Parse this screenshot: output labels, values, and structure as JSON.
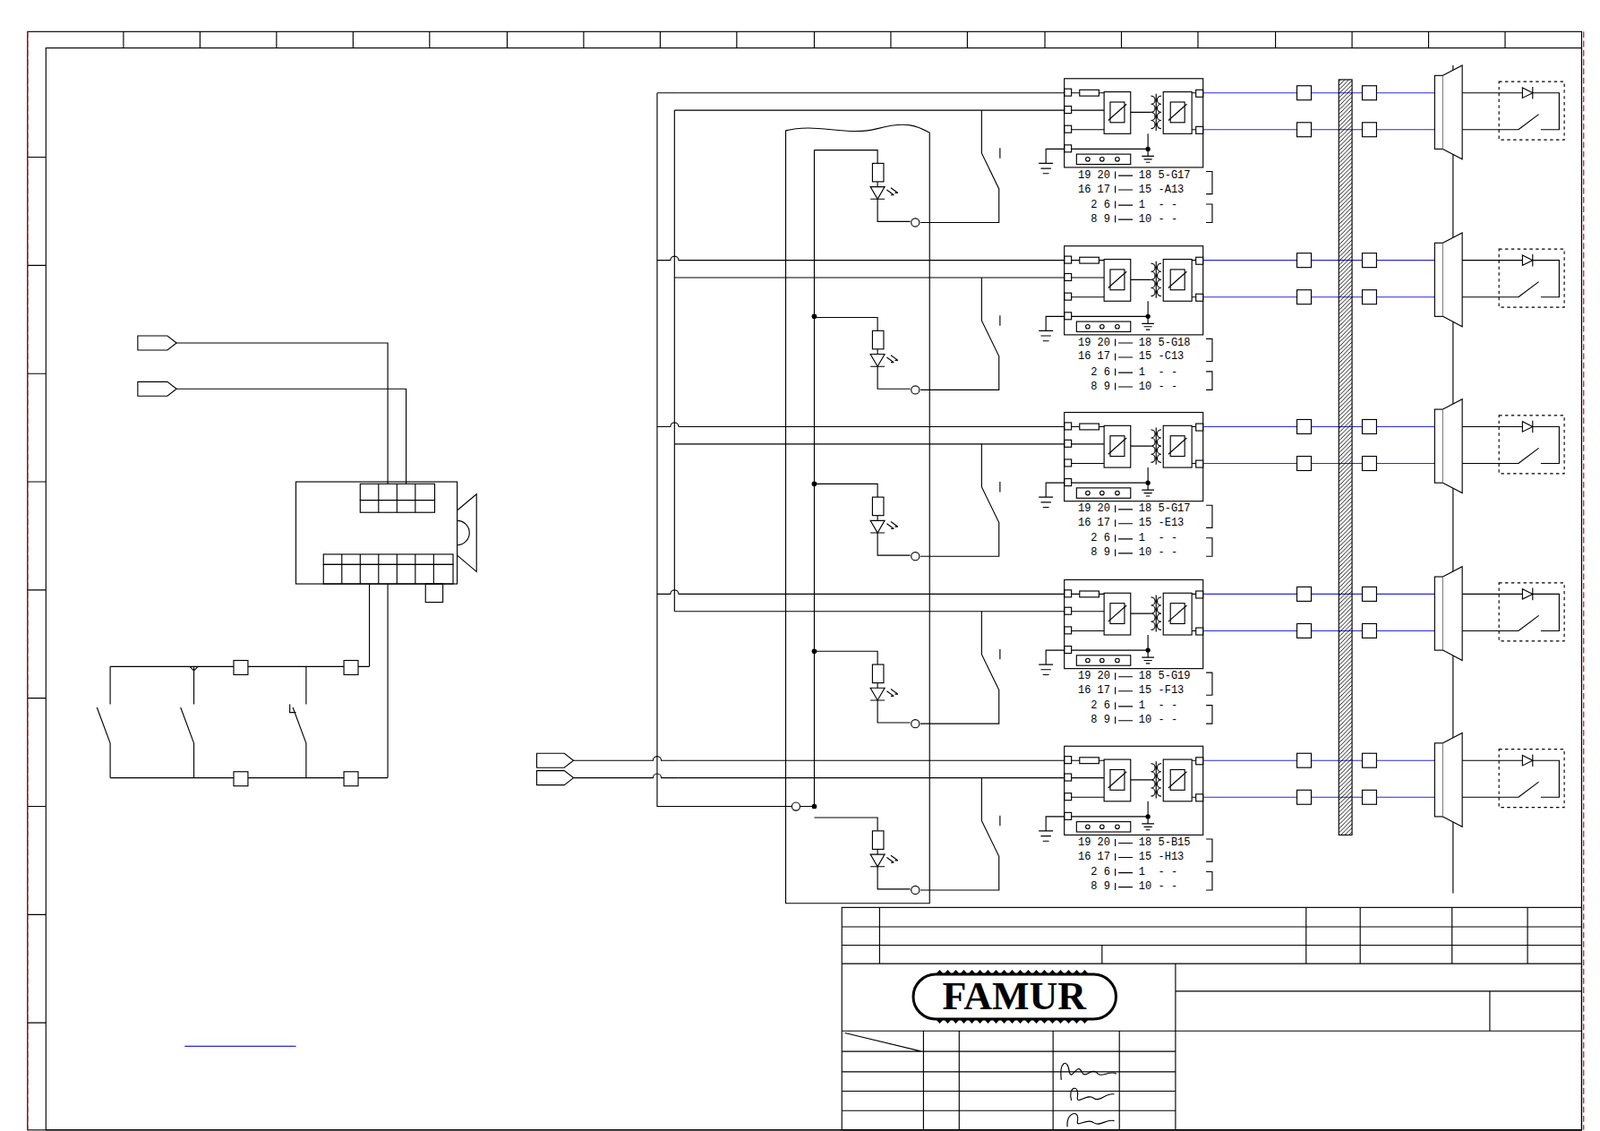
{
  "diagram": {
    "nodes": [
      {
        "text": [
          "FAMUR"
        ]
      }
    ],
    "labels": [
      "19 20",
      "18",
      "5-G17",
      "16 17",
      "15",
      "-A13",
      "2 6",
      "1",
      "- -",
      "8 9",
      "10",
      "- -",
      "19 20",
      "18",
      "5-G18",
      "16 17",
      "15",
      "-C13",
      "2 6",
      "1",
      "- -",
      "8 9",
      "10",
      "- -",
      "19 20",
      "18",
      "5-G17",
      "16 17",
      "15",
      "-E13",
      "2 6",
      "1",
      "- -",
      "8 9",
      "10",
      "- -",
      "19 20",
      "18",
      "5-G19",
      "16 17",
      "15",
      "-F13",
      "2 6",
      "1",
      "- -",
      "8 9",
      "10",
      "- -",
      "19 20",
      "18",
      "5-B15",
      "16 17",
      "15",
      "-H13",
      "2 6",
      "1",
      "- -",
      "8 9",
      "10",
      "- -"
    ]
  }
}
